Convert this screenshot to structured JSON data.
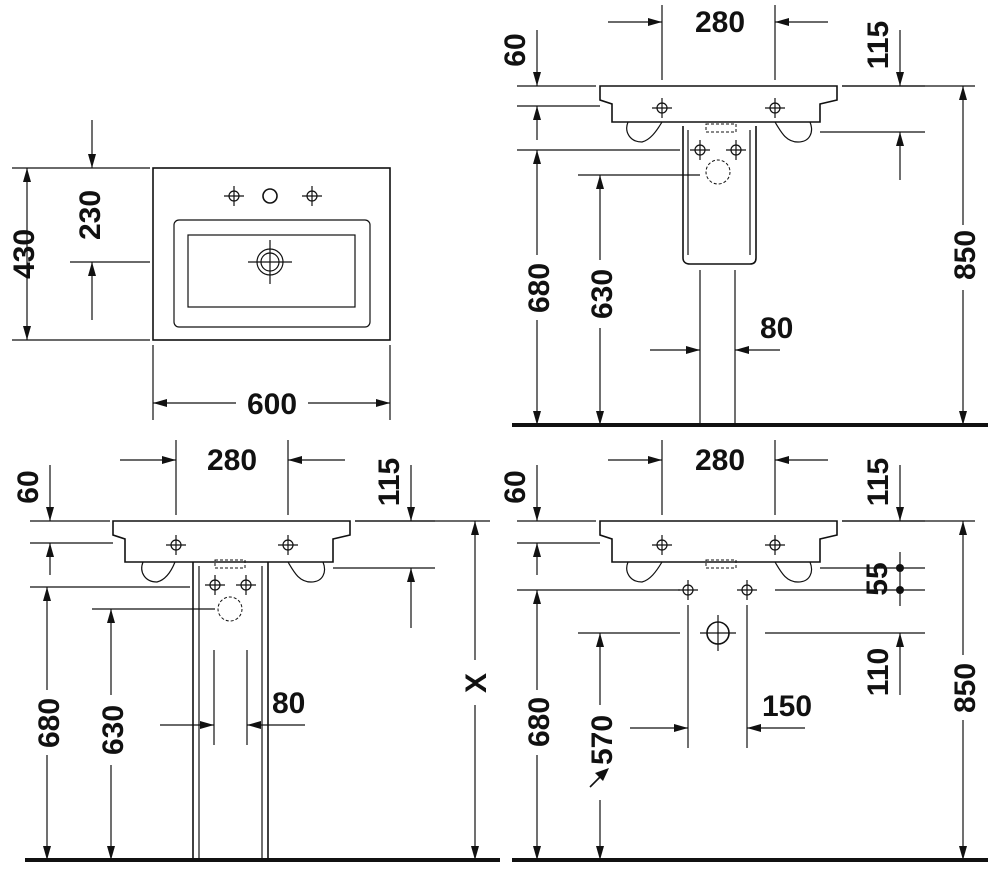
{
  "diagram": {
    "colors": {
      "line": "#111111",
      "background": "#ffffff"
    },
    "views": {
      "top_plan": {
        "dim_width": "600",
        "dim_depth": "430",
        "dim_tap_offset": "230"
      },
      "side_top_right": {
        "dim_tap_spacing": "280",
        "dim_rim_thickness": "60",
        "dim_overflow": "115",
        "dim_overall_height": "850",
        "dim_floor_to_bottom": "680",
        "dim_floor_to_siphon": "630",
        "dim_pedestal": "80"
      },
      "side_bottom_left": {
        "dim_tap_spacing": "280",
        "dim_rim_thickness": "60",
        "dim_overflow": "115",
        "dim_variable_height": "X",
        "dim_floor_to_bottom": "680",
        "dim_floor_to_siphon": "630",
        "dim_pedestal": "80"
      },
      "side_bottom_right": {
        "dim_tap_spacing": "280",
        "dim_rim_thickness": "60",
        "dim_overflow": "115",
        "dim_supply_spacing_v": "55",
        "dim_drain_offset": "110",
        "dim_overall_height": "850",
        "dim_floor_to_bottom": "680",
        "dim_floor_to_drain": "570",
        "dim_supply_spacing_h": "150"
      }
    }
  }
}
